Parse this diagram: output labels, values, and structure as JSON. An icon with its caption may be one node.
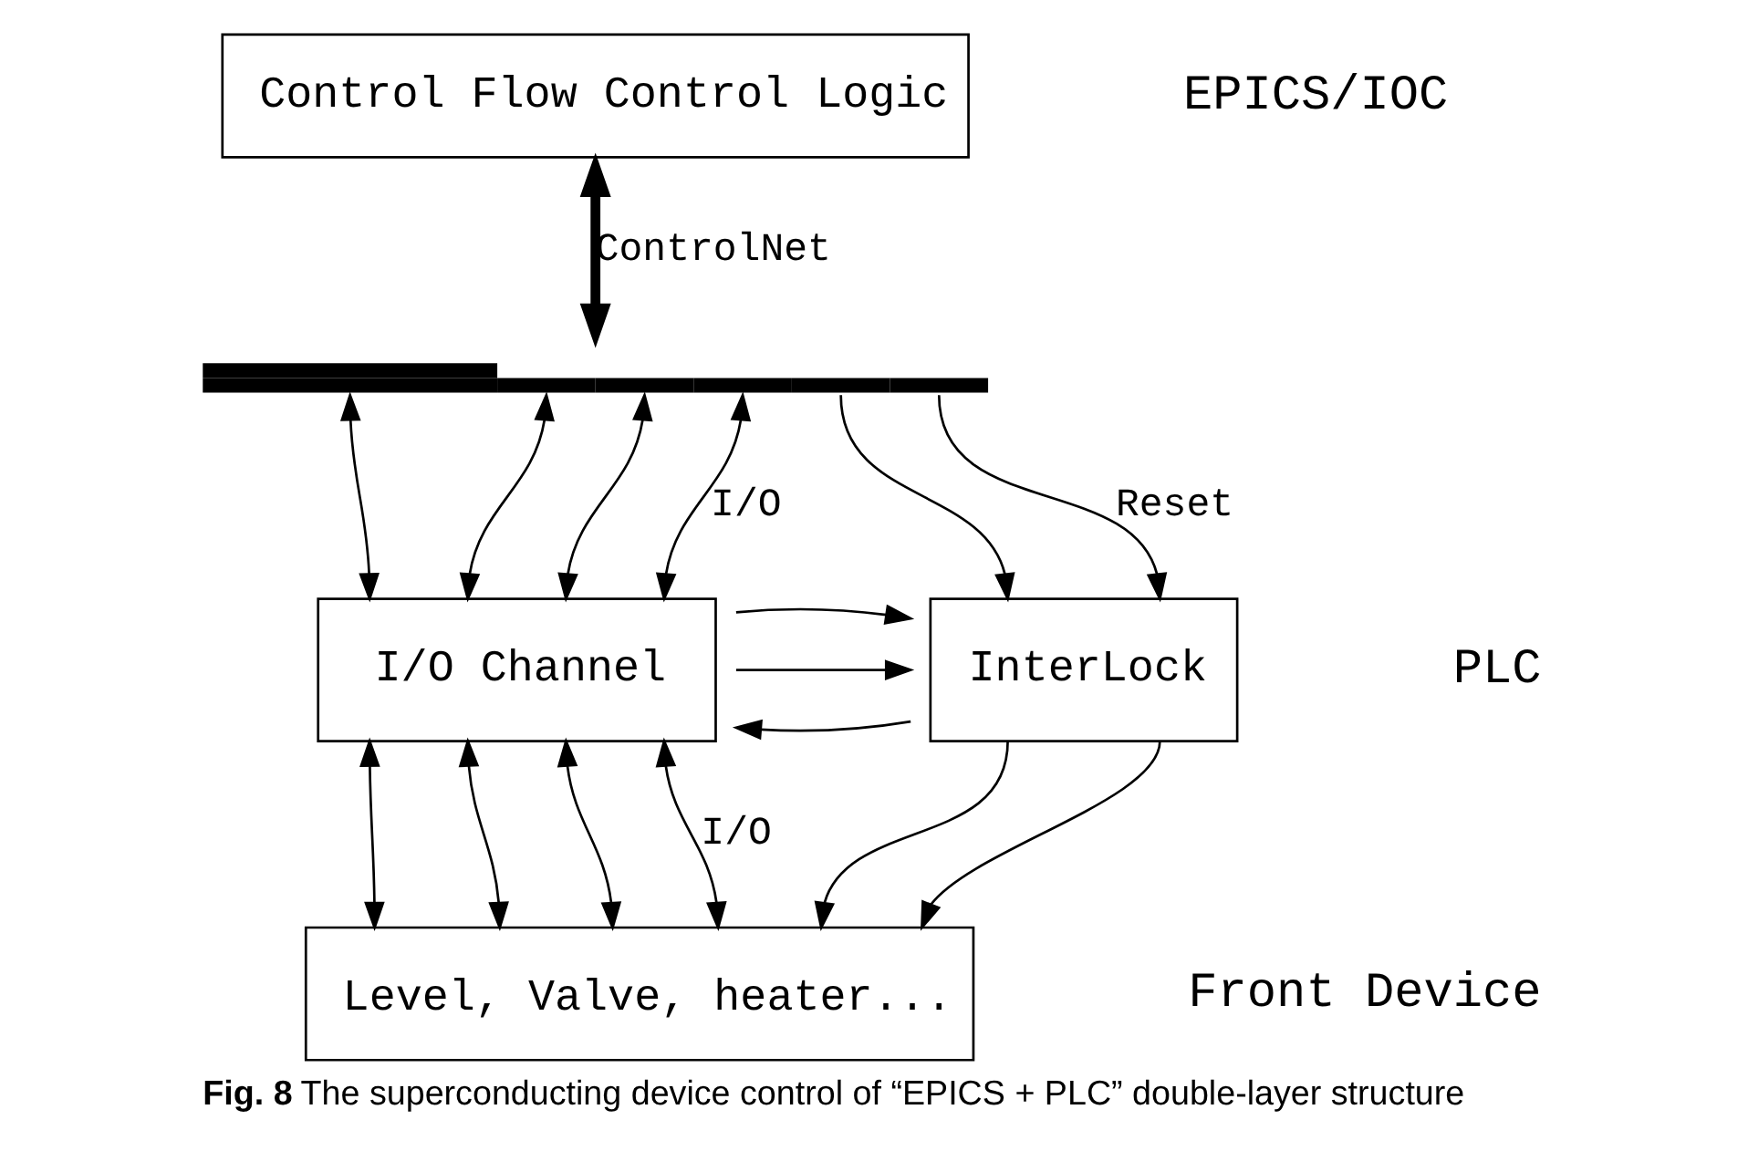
{
  "diagram": {
    "caption": "**Fig. 8** The superconducting device control of “EPICS + PLC” double-layer structure",
    "nodes": [
      {
        "text": [
          "Control Flow Control Logic"
        ]
      },
      {
        "text": [],
        "shape": "bar"
      },
      {
        "text": [
          "I/O Channel"
        ]
      },
      {
        "text": [
          "InterLock"
        ]
      },
      {
        "text": [
          "Level, Valve, heater..."
        ]
      }
    ],
    "edges": [
      {
        "from": 0,
        "to": 1,
        "arrow": "both",
        "style": "thick",
        "label": "ControlNet"
      },
      {
        "from": 1,
        "to": 2,
        "arrow": "both"
      },
      {
        "from": 1,
        "to": 2,
        "arrow": "both"
      },
      {
        "from": 1,
        "to": 2,
        "arrow": "both"
      },
      {
        "from": 1,
        "to": 2,
        "arrow": "both",
        "label": "I/O"
      },
      {
        "from": 1,
        "to": 3,
        "arrow": "to"
      },
      {
        "from": 1,
        "to": 3,
        "arrow": "to",
        "label": "Reset"
      },
      {
        "from": 3,
        "to": 2,
        "arrow": "to"
      },
      {
        "from": 2,
        "to": 3,
        "arrow": "to"
      },
      {
        "from": 2,
        "to": 3,
        "arrow": "to"
      },
      {
        "from": 2,
        "to": 4,
        "arrow": "both"
      },
      {
        "from": 2,
        "to": 4,
        "arrow": "both"
      },
      {
        "from": 2,
        "to": 4,
        "arrow": "both"
      },
      {
        "from": 2,
        "to": 4,
        "arrow": "both",
        "label": "I/O"
      },
      {
        "from": 3,
        "to": 4,
        "arrow": "to"
      },
      {
        "from": 3,
        "to": 4,
        "arrow": "to"
      }
    ],
    "labels": [
      "EPICS/IOC",
      "PLC",
      "Front Device"
    ]
  }
}
